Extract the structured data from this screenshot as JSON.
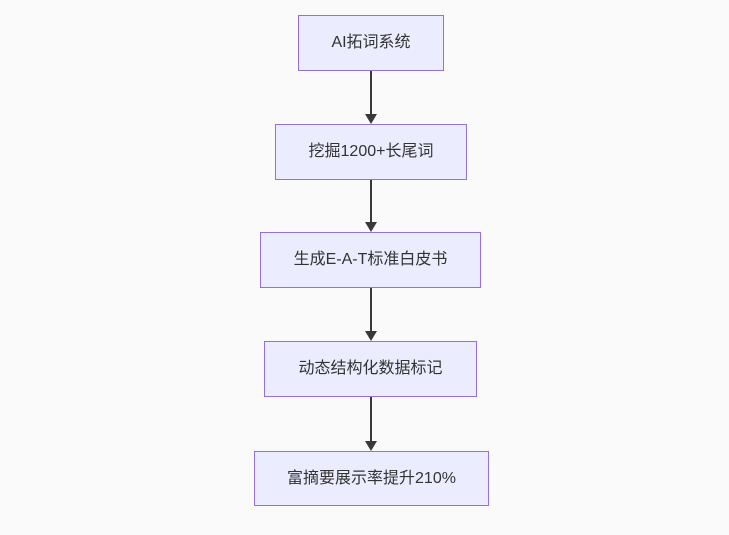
{
  "diagram": {
    "type": "flowchart-top-down",
    "nodes": [
      {
        "id": "node-ai-keyword-system",
        "label": "AI拓词系统"
      },
      {
        "id": "node-mine-longtail-keywords",
        "label": "挖掘1200+长尾词"
      },
      {
        "id": "node-generate-eat-whitepaper",
        "label": "生成E-A-T标准白皮书"
      },
      {
        "id": "node-dynamic-structured-data",
        "label": "动态结构化数据标记"
      },
      {
        "id": "node-rich-snippet-increase",
        "label": "富摘要展示率提升210%"
      }
    ],
    "edges": [
      {
        "from": 0,
        "to": 1
      },
      {
        "from": 1,
        "to": 2
      },
      {
        "from": 2,
        "to": 3
      },
      {
        "from": 3,
        "to": 4
      }
    ]
  },
  "colors": {
    "canvas_bg": "#fafafa",
    "node_fill": "#ECECFF",
    "node_border": "#9370DB",
    "text_color": "#333333",
    "arrow_color": "#393939"
  }
}
